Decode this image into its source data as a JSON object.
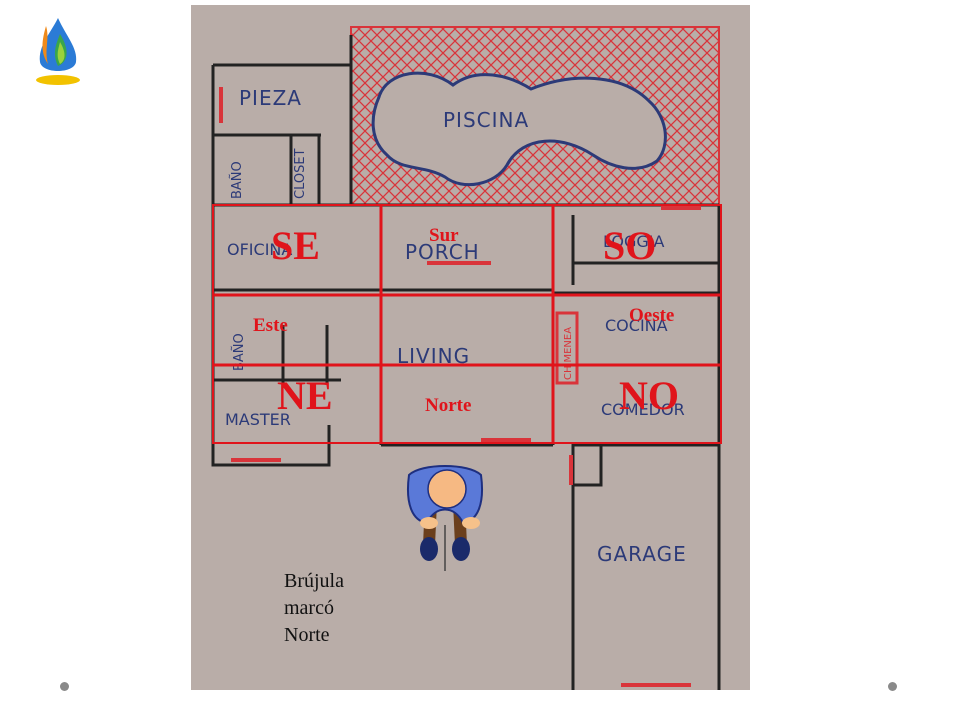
{
  "plan": {
    "rooms": {
      "pieza": "PIEZA",
      "piscina": "PISCINA",
      "bano1": "BAÑO",
      "closet": "CLOSET",
      "oficina": "OFICINA",
      "porch": "PORCH",
      "loggia": "LOGGIA",
      "bano2": "BAÑO",
      "chimenea": "CHIMENEA",
      "cocina": "COCINA",
      "living": "LIVING",
      "master": "MASTER",
      "comedor": "COMEDOR",
      "garage": "GARAGE"
    },
    "directions": {
      "se": "SE",
      "so": "SO",
      "ne": "NE",
      "no": "NO",
      "sur": "Sur",
      "oeste": "Oeste",
      "este": "Este",
      "norte": "Norte"
    }
  },
  "note": {
    "line1": "Brújula",
    "line2": "marcó",
    "line3": "Norte"
  },
  "colors": {
    "grid_red": "#e0141b",
    "ink_blue": "#2c3a78",
    "paper": "#b9ada8"
  },
  "icons": {
    "logo": "flame-drop-logo",
    "person": "person-top-view-icon"
  }
}
